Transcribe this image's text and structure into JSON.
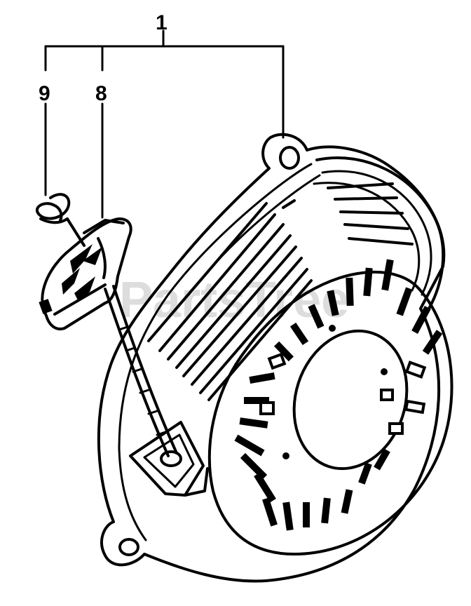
{
  "callouts": {
    "assembly": "1",
    "handle": "8",
    "rope_knot": "9"
  },
  "watermark": "PartsTree",
  "colors": {
    "ink": "#000000",
    "paper": "#ffffff",
    "watermark": "#d9d9d9"
  }
}
